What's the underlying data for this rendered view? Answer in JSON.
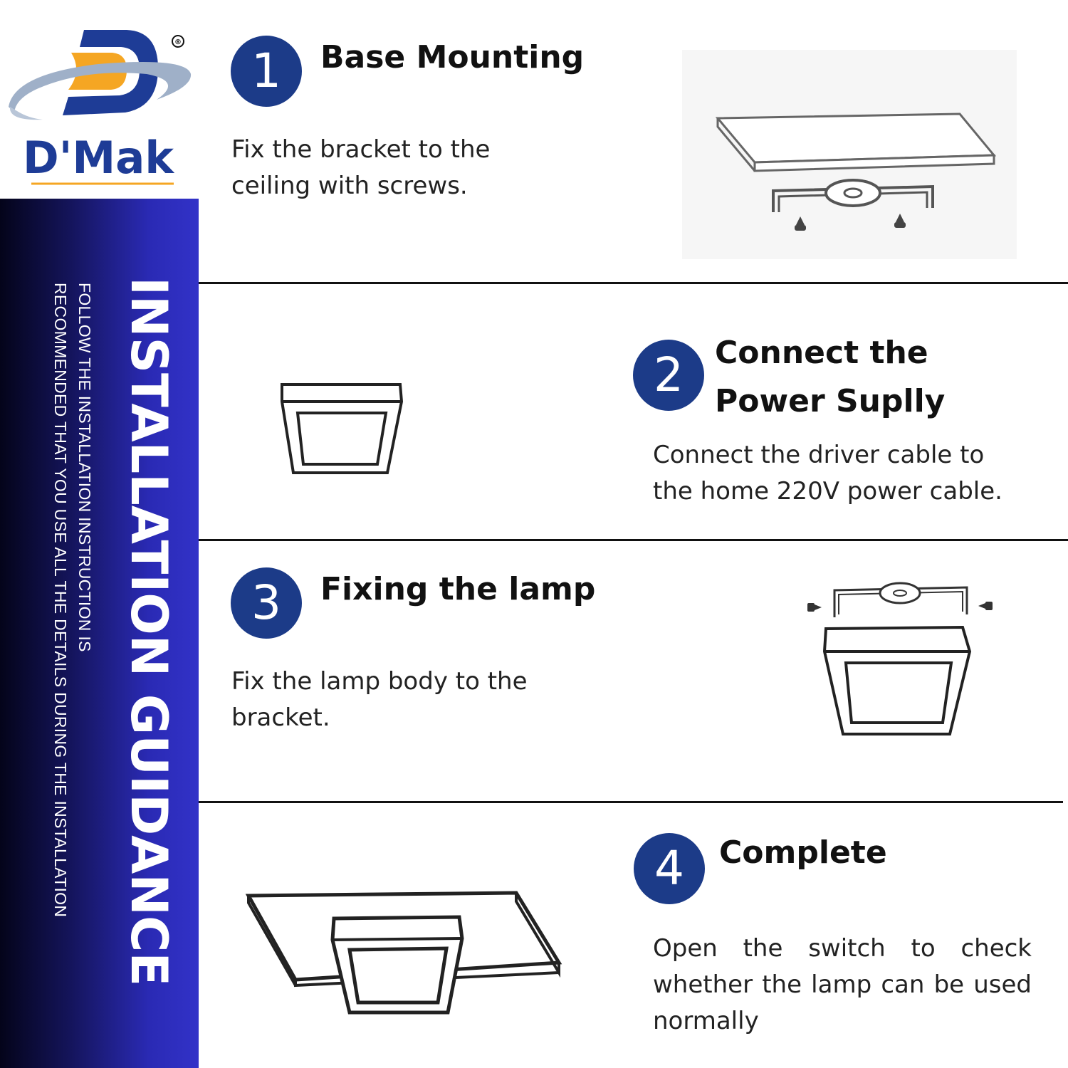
{
  "brand": {
    "name": "D'Mak",
    "registered_mark": "®"
  },
  "sidebar": {
    "title": "INSTALLATION GUIDANCE",
    "note_line1": "FOLLOW THE INSTALLATION INSTRUCTION IS",
    "note_line2": "RECOMMENDED THAT YOU USE ALL THE DETAILS DURING THE INSTALLATION"
  },
  "colors": {
    "badge": "#1c3b88",
    "logo_blue": "#1e3c96",
    "logo_orange": "#f5a623",
    "sidebar_dark": "#04041a",
    "sidebar_light": "#3232c8"
  },
  "steps": [
    {
      "number": "1",
      "title": "Base Mounting",
      "text": "Fix the bracket to the ceiling with screws.",
      "illustration": "ceiling-panel-and-bracket"
    },
    {
      "number": "2",
      "title_line1": "Connect the",
      "title_line2": "Power Suplly",
      "text": "Connect the driver cable to the home 220V power cable.",
      "illustration": "square-lamp"
    },
    {
      "number": "3",
      "title": "Fixing the lamp",
      "text": "Fix the lamp body to the bracket.",
      "illustration": "bracket-over-lamp"
    },
    {
      "number": "4",
      "title": "Complete",
      "text": "Open the switch to check whether the lamp can be used normally",
      "illustration": "lamp-on-ceiling"
    }
  ]
}
